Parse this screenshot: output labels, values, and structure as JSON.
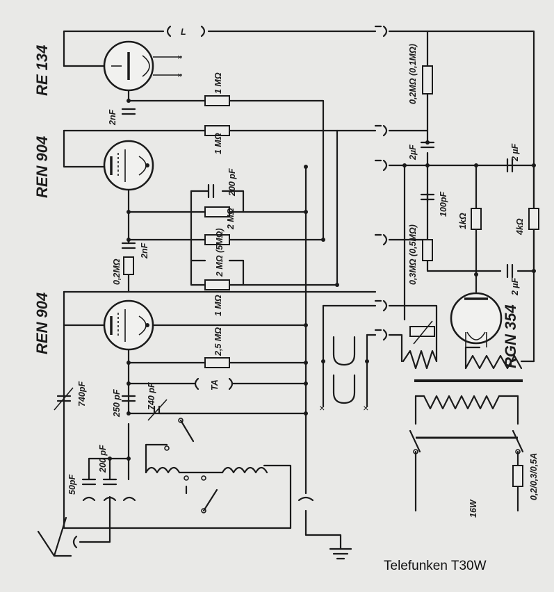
{
  "caption": "Telefunken T30W",
  "tubes": {
    "t1": "RE 134",
    "t2": "REN 904",
    "t3": "REN 904",
    "t4": "RGN 354"
  },
  "components": {
    "l": "L",
    "ta": "TA",
    "r_1m_top": "1 MΩ",
    "r_1m_mid": "1 MΩ",
    "r_2m": "2 MΩ",
    "r_2m_5m": "2 MΩ (5MΩ)",
    "r_1m_low": "1 MΩ",
    "r_25m": "2,5 MΩ",
    "r_02m_left": "0,2MΩ",
    "r_02m_right": "0,2MΩ (0,1MΩ)",
    "r_03m": "0,3MΩ (0,5MΩ)",
    "r_1k": "1kΩ",
    "r_4k": "4kΩ",
    "c_2nf_top": "2nF",
    "c_2nf_mid": "2nF",
    "c_200pf_a": "200 pF",
    "c_200pf_b": "200 pF",
    "c_740pf_a": "740pF",
    "c_740pf_b": "740 pF",
    "c_250pf": "250 pF",
    "c_50pf": "50pF",
    "c_2uf_a": "2µF",
    "c_2uf_b": "2 µF",
    "c_2uf_c": "2 µF",
    "c_100pf": "100pF",
    "fuse": "0,2/0,3/0,5A",
    "power": "16W"
  }
}
